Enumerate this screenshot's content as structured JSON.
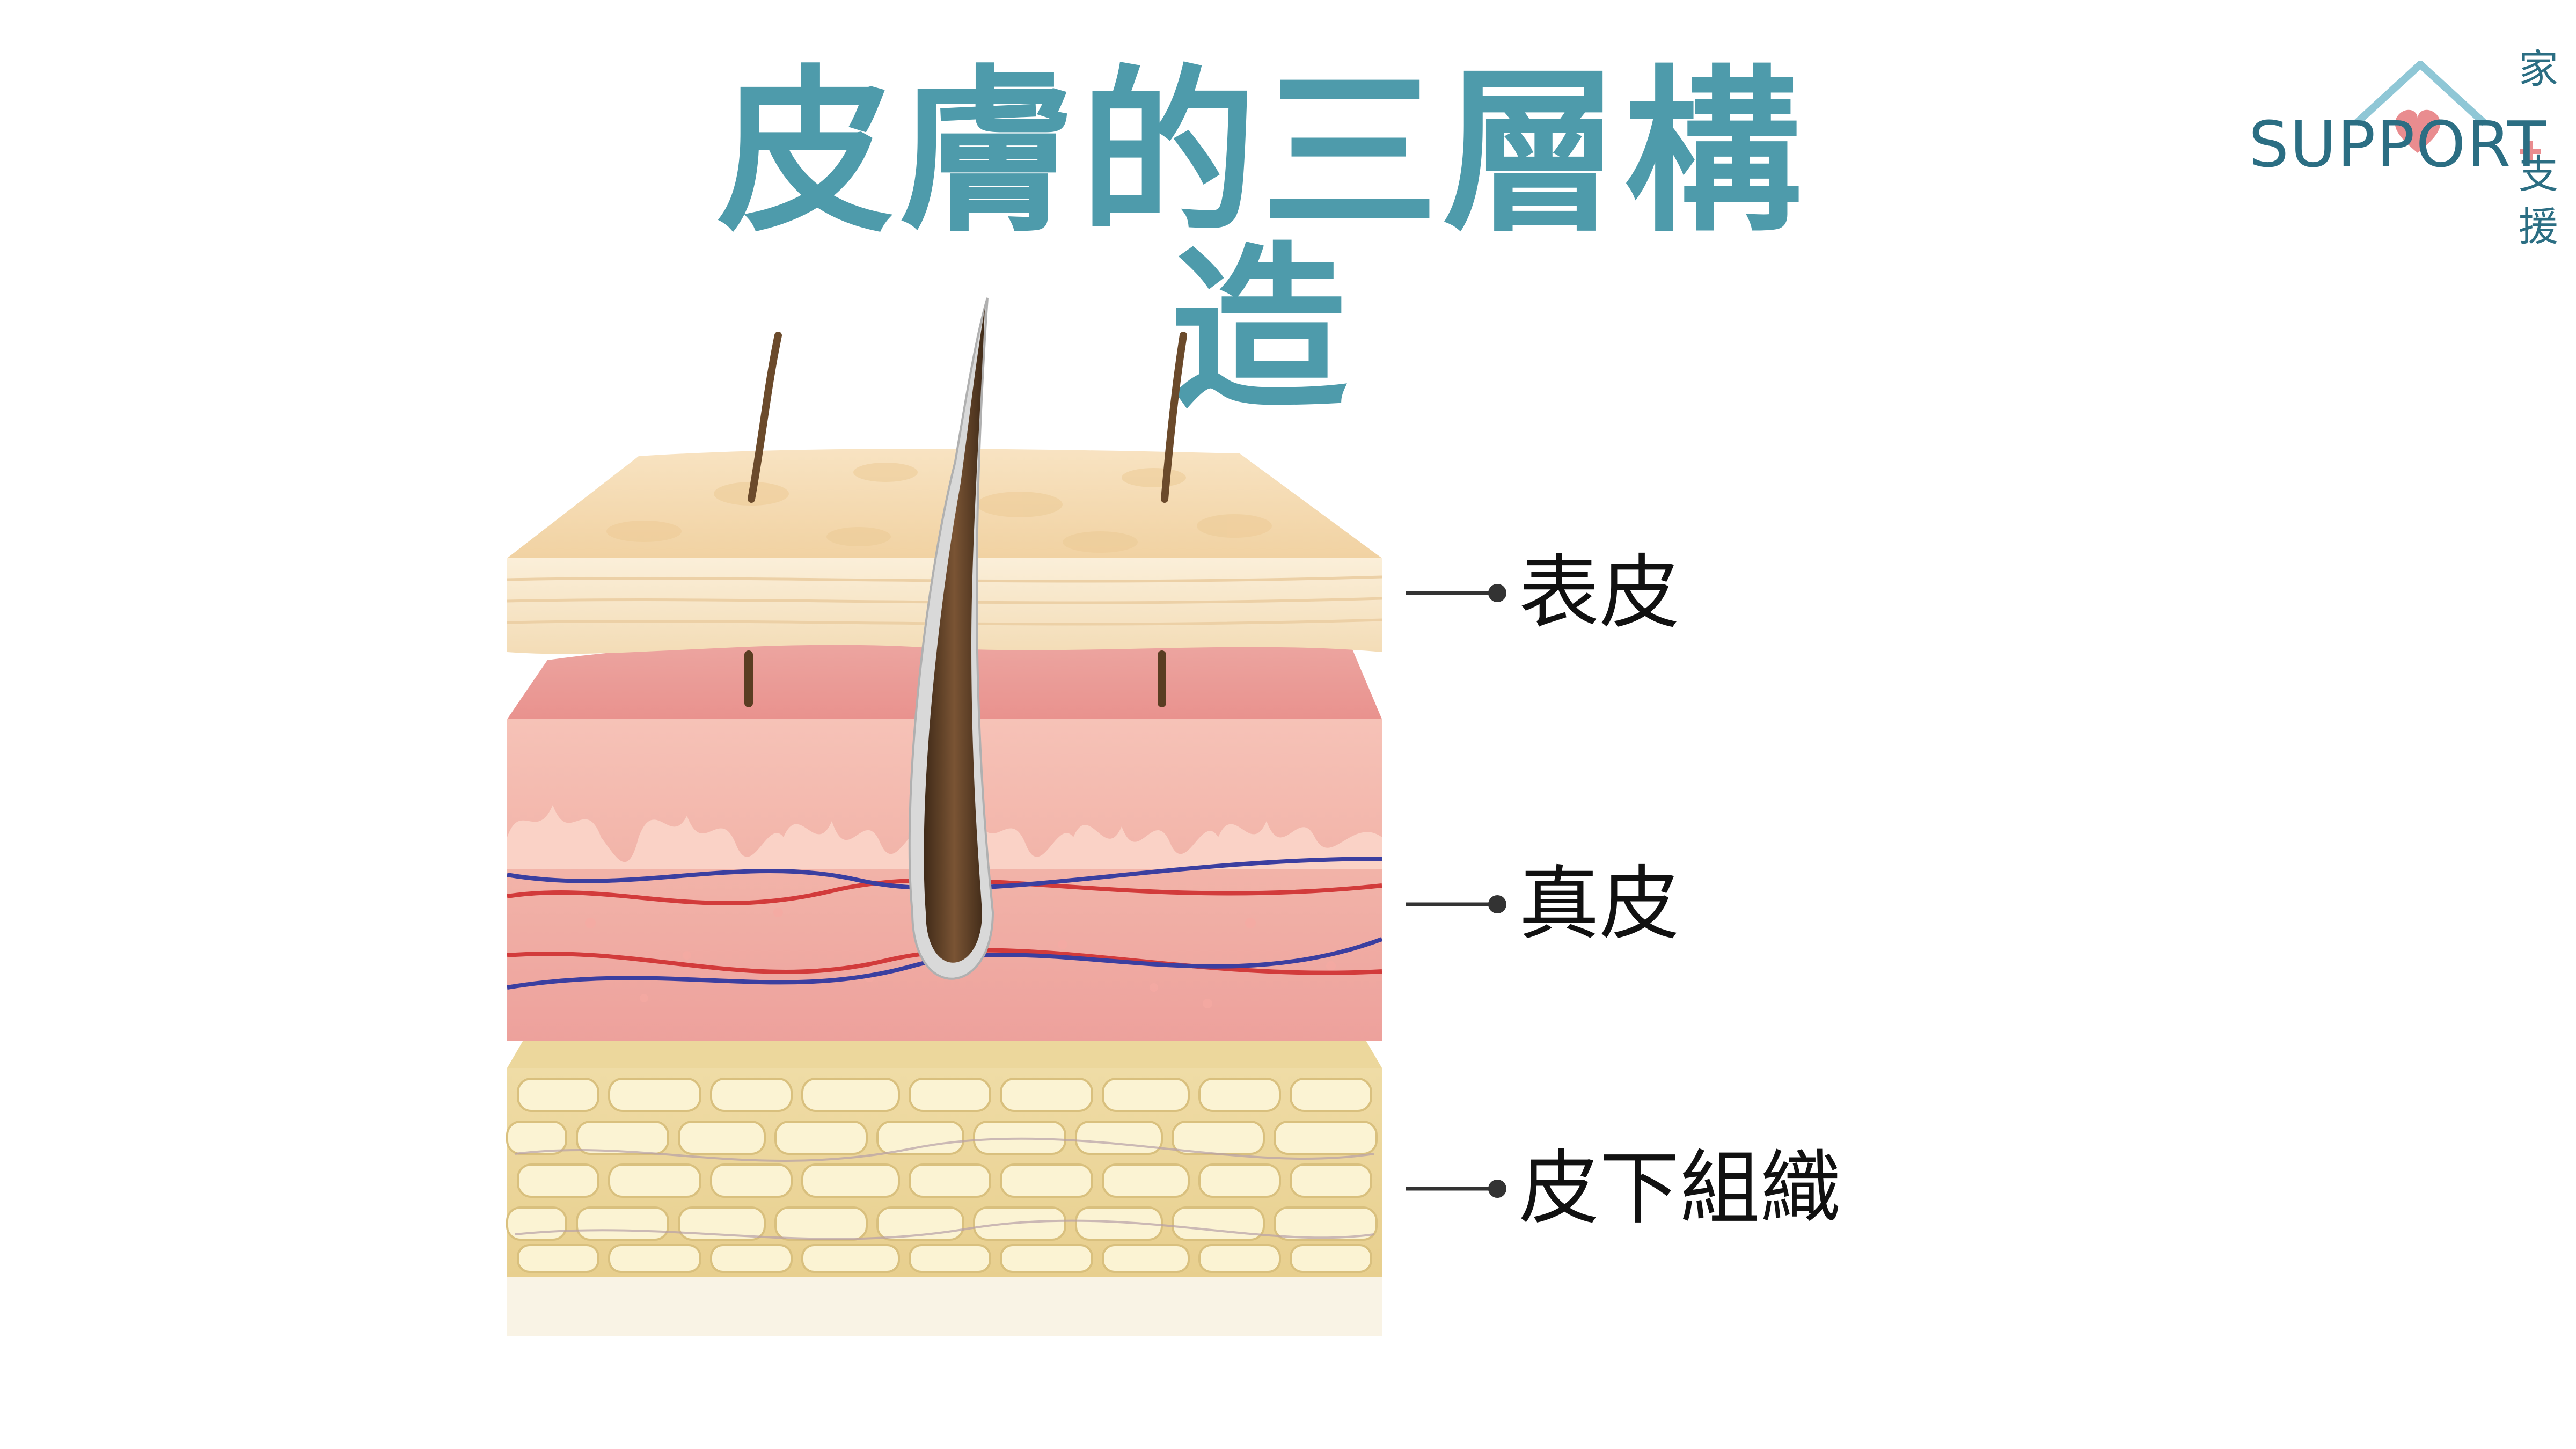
{
  "title": "皮膚的三層構造",
  "logo": {
    "word": "SUPPORT",
    "cjk": [
      "家",
      "支",
      "援"
    ]
  },
  "layers": [
    {
      "label": "表皮"
    },
    {
      "label": "真皮"
    },
    {
      "label": "皮下組織"
    }
  ],
  "colors": {
    "title": "#4e9bab",
    "logo_text": "#2b6e83",
    "logo_heart": "#e98c8f",
    "epidermis": "#f6dcb4",
    "dermis": "#eeaaa3",
    "subcutaneous": "#f0dca4",
    "artery": "#d23b3b",
    "vein": "#3b3fa0",
    "hair": "#6b4a2b"
  }
}
